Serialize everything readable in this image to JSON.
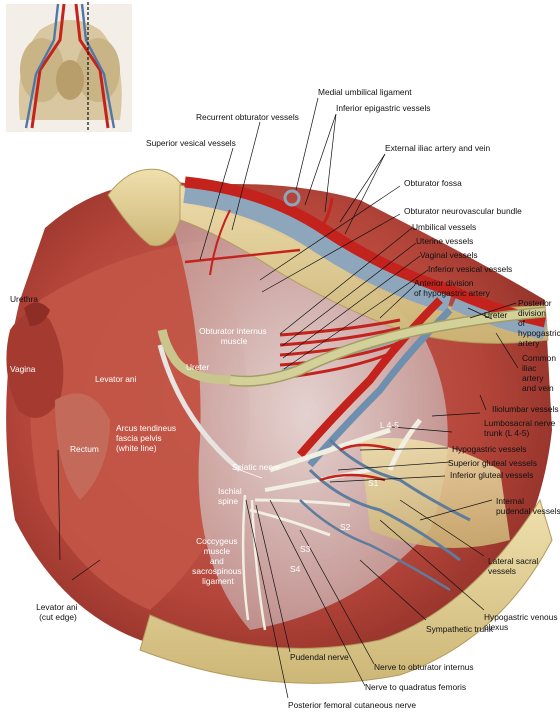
{
  "colors": {
    "muscle": "#b8483c",
    "muscle_dark": "#8e2d25",
    "bone": "#e6d39a",
    "artery": "#c4221c",
    "vein": "#8ea6bc",
    "ureter": "#c9c58d",
    "tendon": "#d9d4d0",
    "nerve": "#f1eee2"
  },
  "labels": {
    "medial_umbilical_ligament": "Medial umbilical ligament",
    "inferior_epigastric_vessels": "Inferior epigastric vessels",
    "recurrent_obturator_vessels": "Recurrent obturator vessels",
    "external_iliac": "External iliac artery and vein",
    "superior_vesical_vessels": "Superior vesical vessels",
    "obturator_fossa": "Obturator fossa",
    "obturator_nv_bundle": "Obturator neurovascular bundle",
    "umbilical_vessels": "Umbilical vessels",
    "uterine_vessels": "Uterine vessels",
    "vaginal_vessels": "Vaginal vessels",
    "inferior_vesical_vessels": "Inferior vesical vessels",
    "anterior_division": [
      "Anterior division",
      "of hypogastric artery"
    ],
    "posterior_division": [
      "Posterior",
      "division",
      "of",
      "hypogastric",
      "artery"
    ],
    "ureter_right": "Ureter",
    "common_iliac": [
      "Common",
      "iliac",
      "artery",
      "and vein"
    ],
    "urethra": "Urethra",
    "vagina": "Vagina",
    "levator_ani": "Levator ani",
    "obturator_internus": [
      "Obturator internus",
      "muscle"
    ],
    "ureter_left": "Ureter",
    "arcus": [
      "Arcus tendineus",
      "fascia pelvis",
      "(white line)"
    ],
    "rectum": "Rectum",
    "iliolumbar_vessels": "Iliolumbar vessels",
    "lumbosacral_trunk": [
      "Lumbosacral nerve",
      "trunk (L 4-5)"
    ],
    "l45": "L 4-5",
    "hypogastric_vessels": "Hypogastric vessels",
    "superior_gluteal_vessels": "Superior gluteal vessels",
    "sciatic_nerve": "Sciatic nerve",
    "inferior_gluteal_vessels": "Inferior gluteal vessels",
    "ischial_spine": [
      "Ischial",
      "spine"
    ],
    "s1": "S1",
    "internal_pudendal": [
      "Internal",
      "pudendal vessels"
    ],
    "s2": "S2",
    "s3": "S3",
    "s4": "S4",
    "coccygeus": [
      "Coccygeus",
      "muscle",
      "and",
      "sacrospinous",
      "ligament"
    ],
    "lateral_sacral": [
      "Lateral sacral",
      "vessels"
    ],
    "levator_cut_edge": [
      "Levator ani",
      "(cut edge)"
    ],
    "hypogastric_venous_plexus": [
      "Hypogastric venous",
      "plexus"
    ],
    "sympathetic_trunk": "Sympathetic trunk",
    "nerve_obturator_internus": "Nerve to obturator internus",
    "pudendal_nerve": "Pudendal nerve",
    "nerve_quadratus_femoris": "Nerve to quadratus femoris",
    "posterior_femoral_cutaneous": "Posterior femoral cutaneous nerve"
  }
}
